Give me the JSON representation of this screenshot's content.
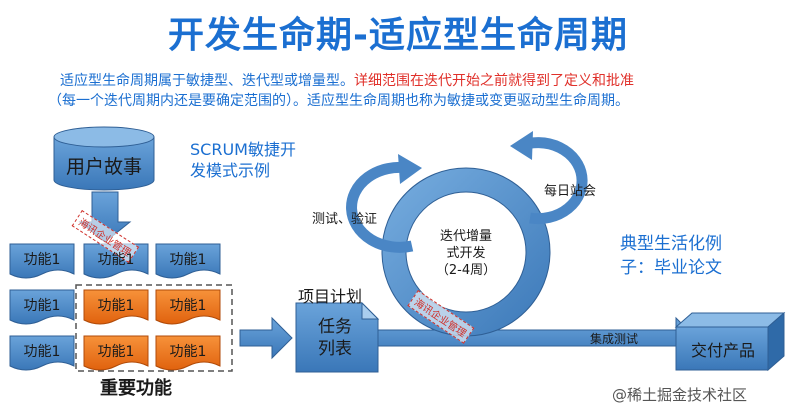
{
  "title": "开发生命期-适应型生命周期",
  "intro": {
    "line1_blue": "适应型生命周期属于敏捷型、迭代型或增量型。",
    "line1_red": "详细范围在迭代开始之前就得到了定义和批准",
    "line2": "（每一个迭代周期内还是要确定范围的）。适应型生命周期也称为敏捷或变更驱动型生命周期。"
  },
  "user_story": "用户故事",
  "scrum_label": "SCRUM敏捷开发模式示例",
  "scrum_lines": [
    "SCRUM敏捷开",
    "发模式示例"
  ],
  "feature_label": "功能1",
  "important_label": "重要功能",
  "project_plan": "项目计划",
  "task_list": [
    "任务",
    "列表"
  ],
  "test_verify": "测试、验证",
  "daily_standup": "每日站会",
  "iteration": [
    "迭代增量",
    "式开发",
    "（2-4周）"
  ],
  "integration_test": "集成测试",
  "deliver": "交付产品",
  "example": [
    "典型生活化例",
    "子：毕业论文"
  ],
  "stamp": "海讯企业管理",
  "watermark": "@稀土掘金技术社区",
  "colors": {
    "blue": "#1b6fd1",
    "orange": "#f07a1a",
    "red": "#e0302a",
    "box": "#4a86c5"
  }
}
